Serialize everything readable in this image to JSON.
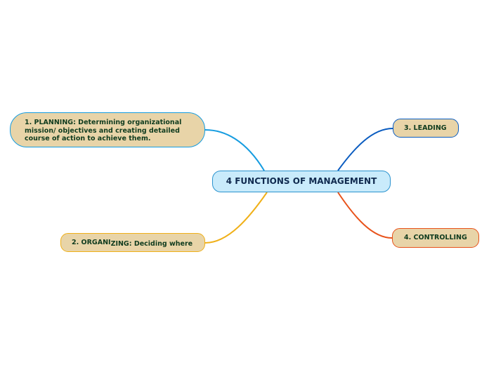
{
  "central_topic": {
    "label": "4 FUNCTIONS OF MANAGEMENT",
    "fill_color": "#c9ebfb",
    "border_color": "#2a93cf"
  },
  "branches": [
    {
      "id": "planning",
      "label": "1. PLANNING: Determining organizational mission/ objectives and creating detailed course of action to achieve them.",
      "lines": [
        "1. PLANNING: Determining organizational",
        "mission/ objectives and creating detailed",
        "course of action to achieve them."
      ],
      "connector_color": "#159ce0"
    },
    {
      "id": "organizing",
      "label": "2. ORGANIZING: Deciding where",
      "label_part_1": "2. ORGANI",
      "label_part_2": "ZING: Deciding where",
      "connector_color": "#f0b018"
    },
    {
      "id": "leading",
      "label": "3. LEADING",
      "connector_color": "#0a5cc0"
    },
    {
      "id": "controlling",
      "label": "4. CONTROLLING",
      "connector_color": "#e8521a"
    }
  ],
  "topic_fill_color": "#e8d4a8"
}
